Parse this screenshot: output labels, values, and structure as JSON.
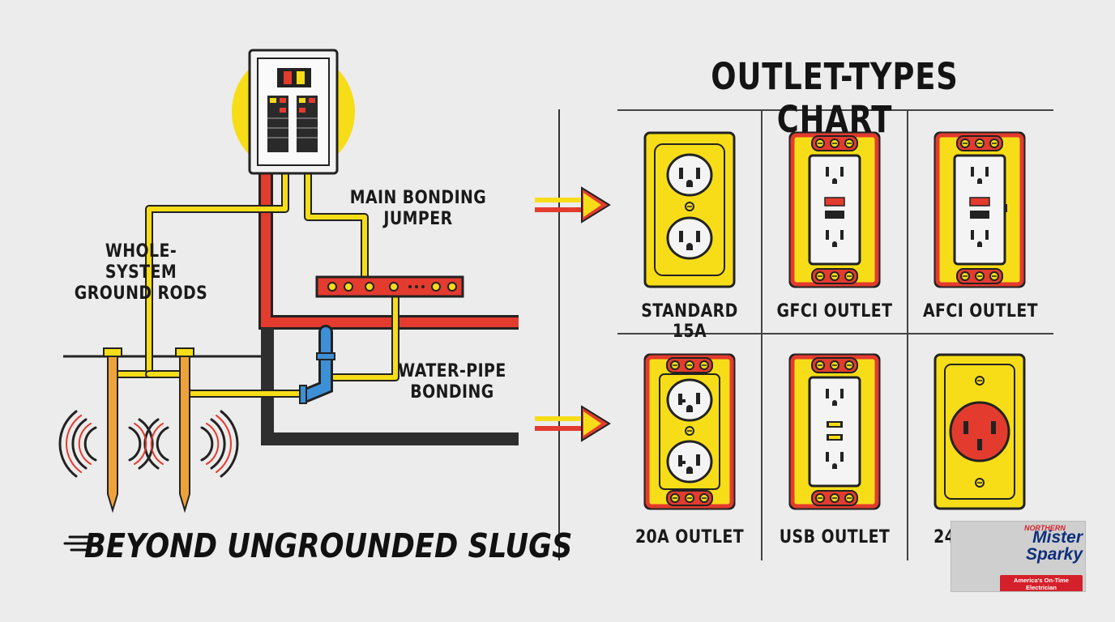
{
  "diagram": {
    "labels": {
      "main_bonding_jumper": "MAIN BONDING\nJUMPER",
      "ground_rods": "WHOLE-SYSTEM\nGROUND RODS",
      "water_pipe_bonding": "WATER-PIPE\nBONDING"
    },
    "slogan": "BEYOND UNGROUNDED SLUGS"
  },
  "chart": {
    "title": "OUTLET-TYPES CHART",
    "outlets": [
      {
        "caption": "STANDARD 15A",
        "style": "standard"
      },
      {
        "caption": "GFCI OUTLET",
        "style": "gfci"
      },
      {
        "caption": "AFCI OUTLET",
        "style": "afci"
      },
      {
        "caption": "20A OUTLET",
        "style": "20a"
      },
      {
        "caption": "USB OUTLET",
        "style": "usb"
      },
      {
        "caption": "240V",
        "style": "240v"
      }
    ]
  },
  "logo": {
    "region": "NORTHERN",
    "name": "Mister\nSparky",
    "tagline": "America's On-Time Electrician"
  },
  "colors": {
    "background": "#ececec",
    "yellow": "#f7dd18",
    "red": "#e33b2e",
    "dark": "#2e2e2e",
    "blue": "#3d8fd6",
    "outline": "#222222"
  }
}
